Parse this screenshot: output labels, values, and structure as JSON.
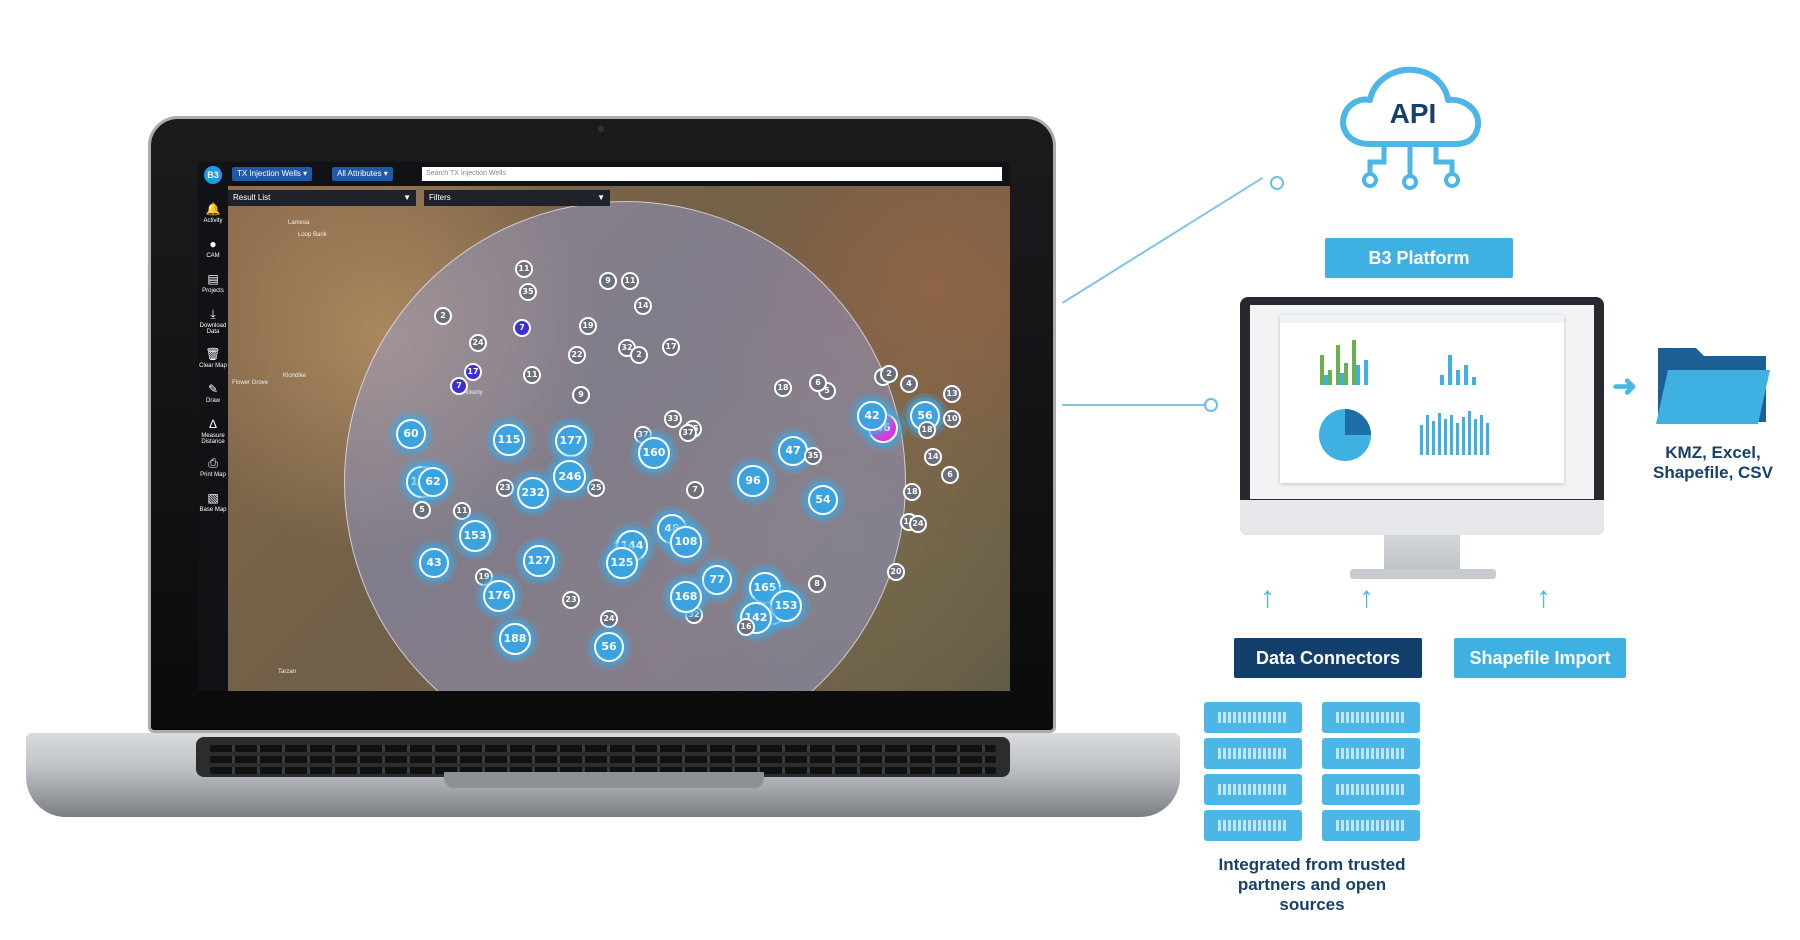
{
  "app": {
    "logo": "B3",
    "layer_dropdown": "TX Injection Wells",
    "attr_dropdown": "All Attributes",
    "search_placeholder": "Search TX Injection Wells",
    "result_list": "Result List",
    "filters": "Filters",
    "sidebar": [
      {
        "icon": "bell-icon",
        "label": "Activity"
      },
      {
        "icon": "camera-icon",
        "label": "CAM"
      },
      {
        "icon": "projects-icon",
        "label": "Projects"
      },
      {
        "icon": "download-icon",
        "label": "Download Data"
      },
      {
        "icon": "trash-icon",
        "label": "Clear Map"
      },
      {
        "icon": "pencil-icon",
        "label": "Draw"
      },
      {
        "icon": "compass-icon",
        "label": "Measure Distance"
      },
      {
        "icon": "printer-icon",
        "label": "Print Map"
      },
      {
        "icon": "layers-icon",
        "label": "Base Map"
      }
    ],
    "towns": [
      "Lamesa",
      "Loop Bank",
      "Klondike",
      "Ackerly",
      "Flower Grove",
      "Tarzan"
    ],
    "clusters": [
      "35",
      "11",
      "11",
      "14",
      "9",
      "19",
      "7",
      "2",
      "24",
      "17",
      "11",
      "22",
      "32",
      "2",
      "17",
      "5",
      "56",
      "9",
      "7",
      "6",
      "5",
      "2",
      "4",
      "13",
      "46",
      "10",
      "18",
      "18",
      "35",
      "33",
      "37",
      "37",
      "60",
      "115",
      "177",
      "25",
      "160",
      "7",
      "96",
      "47",
      "35",
      "42",
      "14",
      "18",
      "6",
      "103",
      "62",
      "23",
      "232",
      "246",
      "48",
      "11",
      "20",
      "54",
      "5",
      "11",
      "24",
      "20",
      "144",
      "108",
      "43",
      "127",
      "19",
      "125",
      "77",
      "8",
      "153",
      "51",
      "188",
      "165",
      "176",
      "23",
      "24",
      "153",
      "32",
      "142",
      "168",
      "16",
      "56"
    ]
  },
  "diagram": {
    "api_label": "API",
    "platform_label": "B3 Platform",
    "export_label": "KMZ, Excel, Shapefile, CSV",
    "connectors_label": "Data Connectors",
    "shapefile_label": "Shapefile Import",
    "sources_label": "Integrated from trusted partners and open sources"
  },
  "colors": {
    "accent": "#3fb0e2",
    "dark_blue": "#123f6b",
    "cluster_blue": "#3aa3e0"
  }
}
